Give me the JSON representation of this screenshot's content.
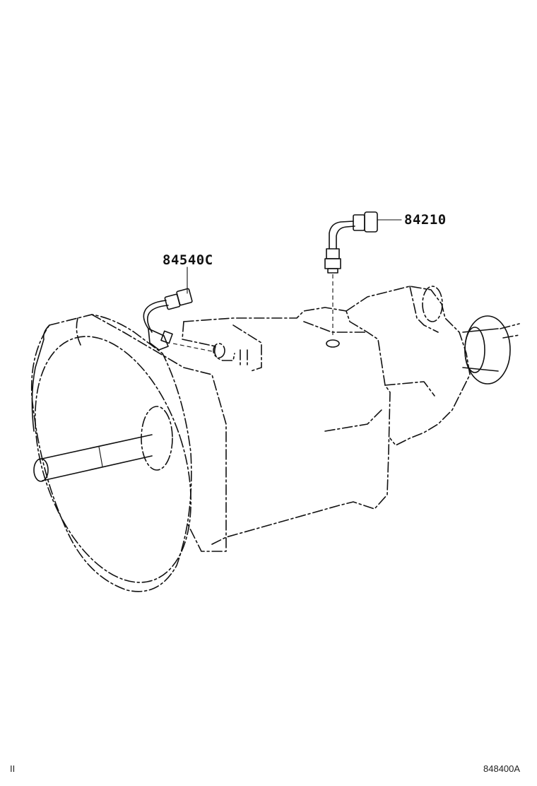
{
  "diagram": {
    "callouts": [
      {
        "id": "speedometer-sensor",
        "part_number": "84540C"
      },
      {
        "id": "backup-lamp-switch",
        "part_number": "84210"
      }
    ],
    "figure_code": "848400A",
    "page_mark": "II"
  }
}
